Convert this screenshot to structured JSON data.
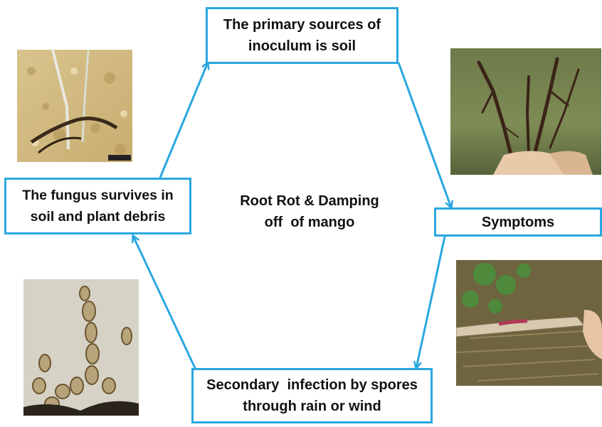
{
  "diagram": {
    "center_title": [
      "Root Rot & Damping",
      "off  of mango"
    ],
    "nodes": {
      "top": [
        "The primary sources of",
        "inoculum is soil"
      ],
      "right": [
        "Symptoms"
      ],
      "bottom": [
        "Secondary  infection by spores",
        "through rain or wind"
      ],
      "left": [
        "The fungus survives in",
        "soil and plant debris"
      ]
    },
    "colors": {
      "arrow": "#2aa7e0",
      "box_border": "#2aa7e0",
      "text": "#111111"
    },
    "images": [
      "soil-seedling-photo",
      "infected-roots-photo",
      "fungal-hyphae-micrograph",
      "rotted-stem-photo"
    ]
  }
}
